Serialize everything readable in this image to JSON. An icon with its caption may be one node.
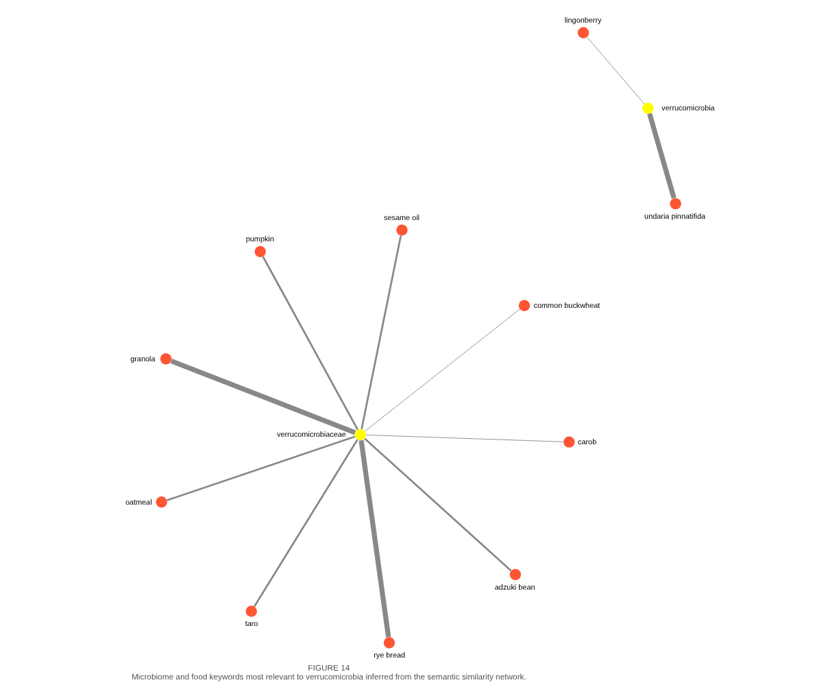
{
  "diagram": {
    "title": "FIGURE 14",
    "caption": "Microbiome and food keywords most relevant to verrucomicrobia inferred from the semantic similarity network.",
    "nodes": [
      {
        "text": [],
        "shape": "circle",
        "beside": [
          "granola"
        ]
      },
      {
        "text": [],
        "shape": "circle",
        "beside": [
          "common buckwheat"
        ]
      },
      {
        "text": [],
        "shape": "circle",
        "beside": [
          "rye bread"
        ]
      },
      {
        "text": [],
        "shape": "circle",
        "beside": [
          "sesame oil"
        ]
      },
      {
        "text": [],
        "shape": "circle",
        "beside": [
          "verrucomicrobiaceae"
        ]
      },
      {
        "text": [],
        "shape": "circle",
        "beside": [
          "pumpkin"
        ]
      },
      {
        "text": [],
        "shape": "circle",
        "beside": [
          "oatmeal"
        ]
      },
      {
        "text": [],
        "shape": "circle",
        "beside": [
          "carob"
        ]
      },
      {
        "text": [],
        "shape": "circle",
        "beside": [
          "taro"
        ]
      },
      {
        "text": [],
        "shape": "circle",
        "beside": [
          "adzuki bean"
        ]
      },
      {
        "text": [],
        "shape": "circle",
        "beside": [
          "lingonberry"
        ]
      },
      {
        "text": [],
        "shape": "circle",
        "beside": [
          "verrucomicrobia"
        ]
      },
      {
        "text": [],
        "shape": "circle",
        "beside": [
          "undaria pinnatifida"
        ]
      }
    ],
    "edges": [
      {
        "from": 4,
        "to": 0,
        "arrow": "none",
        "style": "thick"
      },
      {
        "from": 4,
        "to": 1,
        "arrow": "none"
      },
      {
        "from": 4,
        "to": 2,
        "arrow": "none",
        "style": "thick"
      },
      {
        "from": 4,
        "to": 3,
        "arrow": "none"
      },
      {
        "from": 4,
        "to": 5,
        "arrow": "none"
      },
      {
        "from": 4,
        "to": 6,
        "arrow": "none"
      },
      {
        "from": 4,
        "to": 7,
        "arrow": "none"
      },
      {
        "from": 4,
        "to": 8,
        "arrow": "none"
      },
      {
        "from": 4,
        "to": 9,
        "arrow": "none"
      },
      {
        "from": 11,
        "to": 10,
        "arrow": "none"
      },
      {
        "from": 11,
        "to": 12,
        "arrow": "none",
        "style": "thick"
      }
    ]
  }
}
